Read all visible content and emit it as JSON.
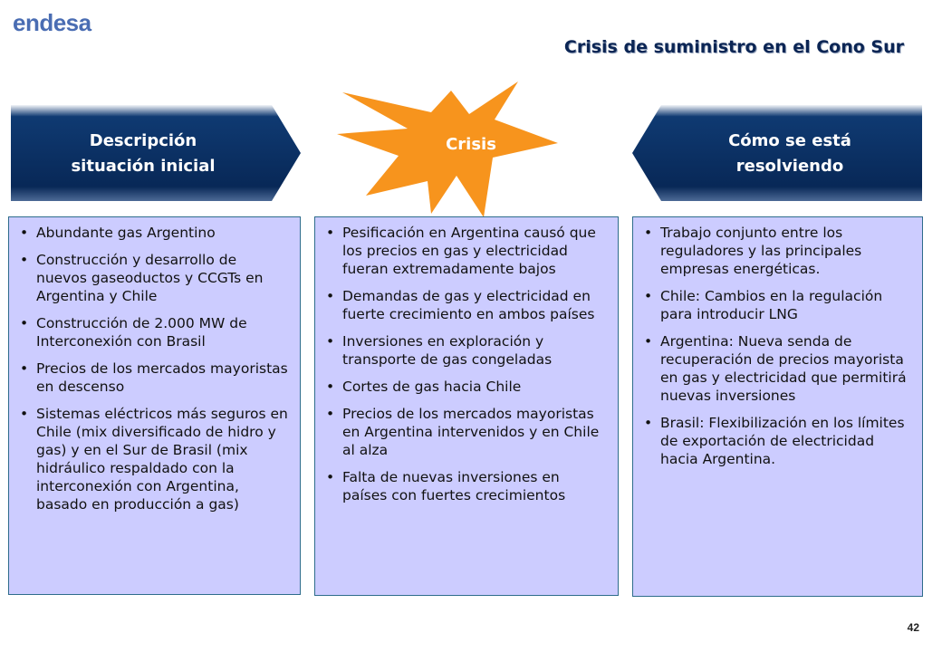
{
  "logo": "endesa",
  "title": "Crisis de suministro en el Cono Sur",
  "headers": {
    "left": [
      "Descripción",
      "situación inicial"
    ],
    "center": "Crisis",
    "right": [
      "Cómo se está",
      "resolviendo"
    ]
  },
  "panels": {
    "left": [
      "Abundante gas Argentino",
      "Construcción y desarrollo de nuevos gaseoductos y CCGTs en Argentina y Chile",
      " Construcción de 2.000 MW de Interconexión con Brasil",
      "Precios de los mercados mayoristas en descenso",
      "Sistemas eléctricos más seguros en Chile (mix diversificado de hidro y gas) y en el Sur de Brasil (mix hidráulico respaldado con la interconexión con Argentina, basado en producción a gas)"
    ],
    "center": [
      "Pesificación en Argentina causó que los precios en gas y electricidad fueran extremadamente bajos",
      "Demandas de gas y electricidad en fuerte crecimiento en ambos países",
      "Inversiones en exploración y transporte de gas congeladas",
      "Cortes de gas hacia Chile",
      "Precios de los mercados mayoristas en Argentina intervenidos y en Chile al alza",
      "Falta de nuevas inversiones en países con fuertes crecimientos"
    ],
    "right": [
      "Trabajo conjunto entre los reguladores y las principales empresas energéticas.",
      "Chile: Cambios en la regulación para introducir LNG",
      "Argentina: Nueva senda de recuperación de precios mayorista en gas y electricidad que permitirá nuevas inversiones",
      "Brasil: Flexibilización en los límites de exportación de electricidad hacia Argentina."
    ]
  },
  "page_number": "42",
  "colors": {
    "header_navy": "#0a2d5e",
    "starburst_orange": "#f7941d",
    "panel_fill": "#ccccff",
    "panel_border": "#2e6c8c",
    "logo_blue": "#4a6db3"
  }
}
